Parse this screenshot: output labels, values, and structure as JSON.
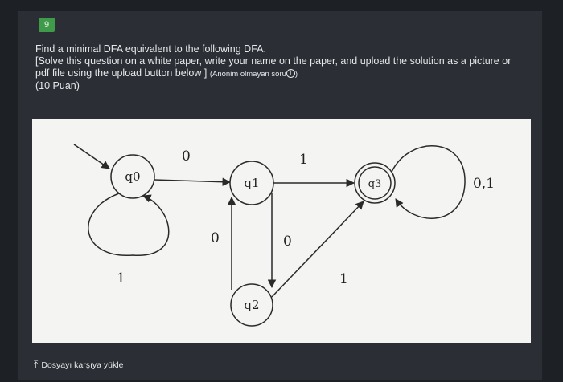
{
  "question": {
    "number": "9",
    "line1": "Find a minimal DFA equivalent to the following DFA.",
    "line2": "[Solve this question on a white paper, write your name on the paper, and upload the solution as a picture or pdf file using the upload button below ]",
    "anon_note": "(Anonim olmayan soru",
    "anon_close": ")",
    "points": "(10 Puan)"
  },
  "dfa": {
    "states": [
      "q0",
      "q1",
      "q3",
      "q2"
    ],
    "labels": {
      "q0_self": "1",
      "q0_q1": "0",
      "q1_q3": "1",
      "q3_self": "0,1",
      "q1_q2": "0",
      "q2_q1": "0",
      "q2_q3": "1"
    }
  },
  "upload": {
    "icon": "upload-icon",
    "label": "Dosyayı karşıya yükle"
  }
}
